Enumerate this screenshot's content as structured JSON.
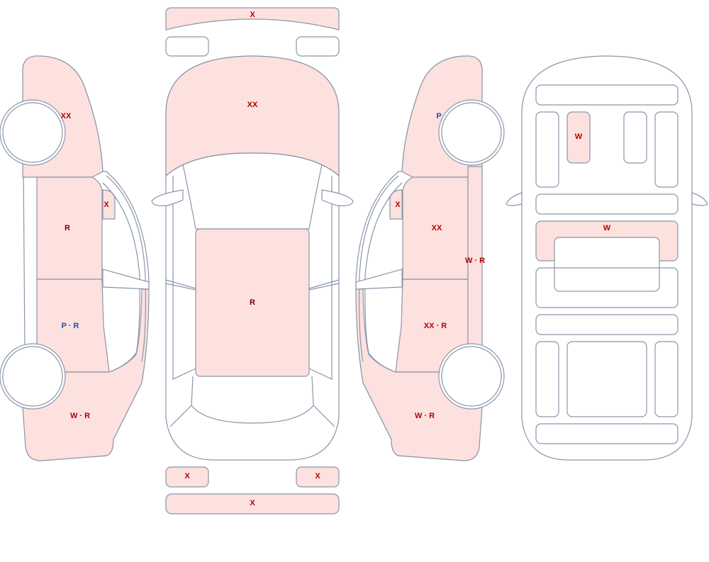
{
  "colors": {
    "outline": "#8a96aa",
    "damaged_fill": "#fde1df",
    "mark_red": "#b00000",
    "mark_blue": "#1f4fa8"
  },
  "labels": {
    "top_front_bumper": "X",
    "top_hood": "XX",
    "top_roof": "R",
    "top_rear_light_left": "X",
    "top_rear_light_right": "X",
    "top_rear_bumper": "X",
    "left_front_fender": "XX",
    "left_mirror": "X",
    "left_front_door": "R",
    "left_rear_door": "P · R",
    "left_rear_quarter": "W · R",
    "right_front_fender": "P",
    "right_mirror": "X",
    "right_front_door": "XX",
    "right_pillar": "W · R",
    "right_rear_door": "XX · R",
    "right_rear_quarter": "W · R",
    "interior_seat": "W",
    "interior_console": "W"
  }
}
